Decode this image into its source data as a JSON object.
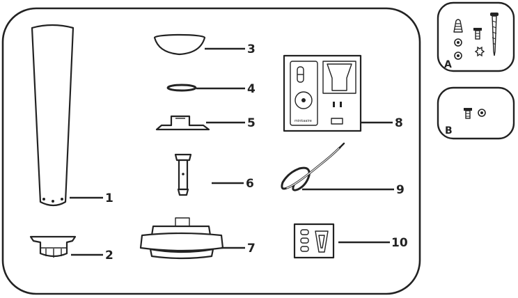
{
  "callouts": [
    {
      "id": "1",
      "label": "1"
    },
    {
      "id": "2",
      "label": "2"
    },
    {
      "id": "3",
      "label": "3"
    },
    {
      "id": "4",
      "label": "4"
    },
    {
      "id": "5",
      "label": "5"
    },
    {
      "id": "6",
      "label": "6"
    },
    {
      "id": "7",
      "label": "7"
    },
    {
      "id": "8",
      "label": "8"
    },
    {
      "id": "9",
      "label": "9"
    },
    {
      "id": "10",
      "label": "10"
    }
  ],
  "hardware_bags": [
    {
      "id": "A",
      "label": "A"
    },
    {
      "id": "B",
      "label": "B"
    }
  ],
  "remote_brand_text": "minkaaire",
  "icons": [
    "fan-blade-icon",
    "blade-holder-icon",
    "canopy-cover-icon",
    "canopy-ring-icon",
    "mounting-bracket-icon",
    "downrod-icon",
    "motor-housing-icon",
    "remote-control-kit-icon",
    "wire-cable-icon",
    "wall-plate-icon",
    "wire-nut-icon",
    "screw-icon",
    "washer-icon",
    "lock-washer-icon"
  ]
}
